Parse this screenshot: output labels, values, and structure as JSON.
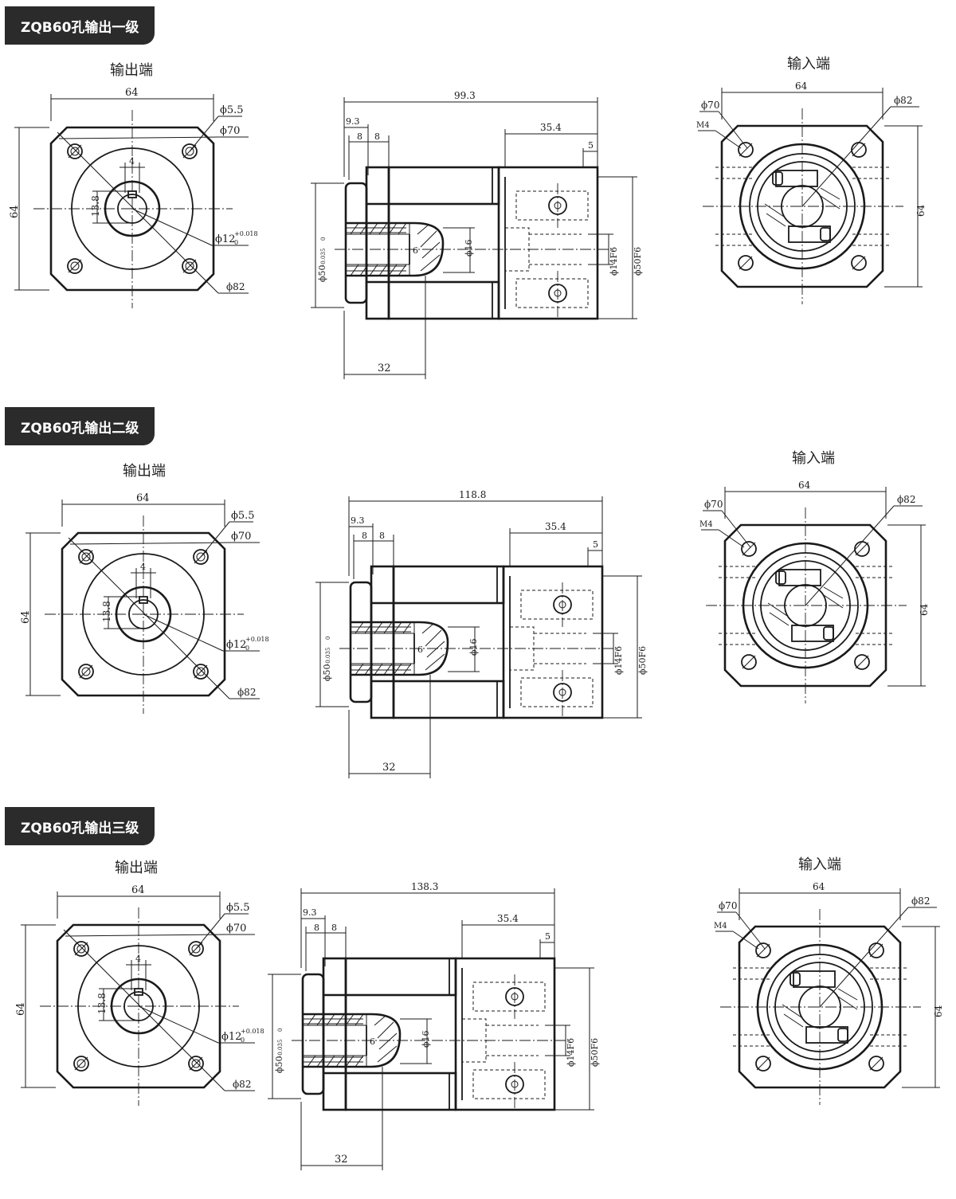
{
  "sections": [
    {
      "title": "ZQB60孔输出一级",
      "output_label": "输出端",
      "input_label": "输入端",
      "output_view": {
        "width": "64",
        "height": "64",
        "bolt_hole": "ϕ5.5",
        "pcd": "ϕ70",
        "key_width": "4",
        "keyway_depth": "13.8",
        "bore": "ϕ12",
        "bore_tol_upper": "+0.018",
        "bore_tol_lower": "0",
        "diagonal": "ϕ82"
      },
      "side_view": {
        "total_length": "99.3",
        "flange_offset": "9.3",
        "step_a": "8",
        "step_b": "8",
        "input_length": "35.4",
        "input_step": "5",
        "pilot": "ϕ50",
        "pilot_tol_upper": "0",
        "pilot_tol_lower": "-0.035",
        "key_length": "6",
        "bore_depth_dia": "ϕ16",
        "input_bore": "ϕ14F6",
        "input_pilot": "ϕ50F6",
        "bore_length": "32"
      },
      "input_view": {
        "width": "64",
        "height": "64",
        "pcd": "ϕ70",
        "thread": "M4",
        "diagonal": "ϕ82"
      }
    },
    {
      "title": "ZQB60孔输出二级",
      "output_label": "输出端",
      "input_label": "输入端",
      "output_view": {
        "width": "64",
        "height": "64",
        "bolt_hole": "ϕ5.5",
        "pcd": "ϕ70",
        "key_width": "4",
        "keyway_depth": "13.8",
        "bore": "ϕ12",
        "bore_tol_upper": "+0.018",
        "bore_tol_lower": "0",
        "diagonal": "ϕ82"
      },
      "side_view": {
        "total_length": "118.8",
        "flange_offset": "9.3",
        "step_a": "8",
        "step_b": "8",
        "input_length": "35.4",
        "input_step": "5",
        "pilot": "ϕ50",
        "pilot_tol_upper": "0",
        "pilot_tol_lower": "-0.035",
        "key_length": "6",
        "bore_depth_dia": "ϕ16",
        "input_bore": "ϕ14F6",
        "input_pilot": "ϕ50F6",
        "bore_length": "32"
      },
      "input_view": {
        "width": "64",
        "height": "64",
        "pcd": "ϕ70",
        "thread": "M4",
        "diagonal": "ϕ82"
      }
    },
    {
      "title": "ZQB60孔输出三级",
      "output_label": "输出端",
      "input_label": "输入端",
      "output_view": {
        "width": "64",
        "height": "64",
        "bolt_hole": "ϕ5.5",
        "pcd": "ϕ70",
        "key_width": "4",
        "keyway_depth": "13.8",
        "bore": "ϕ12",
        "bore_tol_upper": "+0.018",
        "bore_tol_lower": "0",
        "diagonal": "ϕ82"
      },
      "side_view": {
        "total_length": "138.3",
        "flange_offset": "9.3",
        "step_a": "8",
        "step_b": "8",
        "input_length": "35.4",
        "input_step": "5",
        "pilot": "ϕ50",
        "pilot_tol_upper": "0",
        "pilot_tol_lower": "-0.035",
        "key_length": "6",
        "bore_depth_dia": "ϕ16",
        "input_bore": "ϕ14F6",
        "input_pilot": "ϕ50F6",
        "bore_length": "32"
      },
      "input_view": {
        "width": "64",
        "height": "64",
        "pcd": "ϕ70",
        "thread": "M4",
        "diagonal": "ϕ82"
      }
    }
  ]
}
